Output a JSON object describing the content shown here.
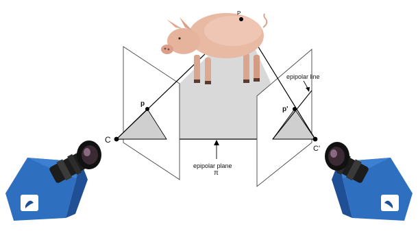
{
  "diagram": {
    "labels": {
      "point_3d": "P",
      "left_image_point": "p",
      "right_image_point": "p'",
      "left_camera_center": "C",
      "right_camera_center": "C'",
      "epipolar_line": "epipolar line",
      "epipolar_plane": "epipolar plane",
      "plane_symbol": "π"
    },
    "subject": "pig",
    "cameras": [
      "left-camera",
      "right-camera"
    ],
    "colors": {
      "epipolar_plane_fill": "#d9d9d9",
      "image_plane_fill": "#ffffff",
      "camera_body": "#2f6fc0",
      "camera_body_dark": "#1f4f94",
      "lens": "#1c1c1c",
      "pig_skin": "#e8b9a3",
      "lines": "#000000"
    }
  }
}
